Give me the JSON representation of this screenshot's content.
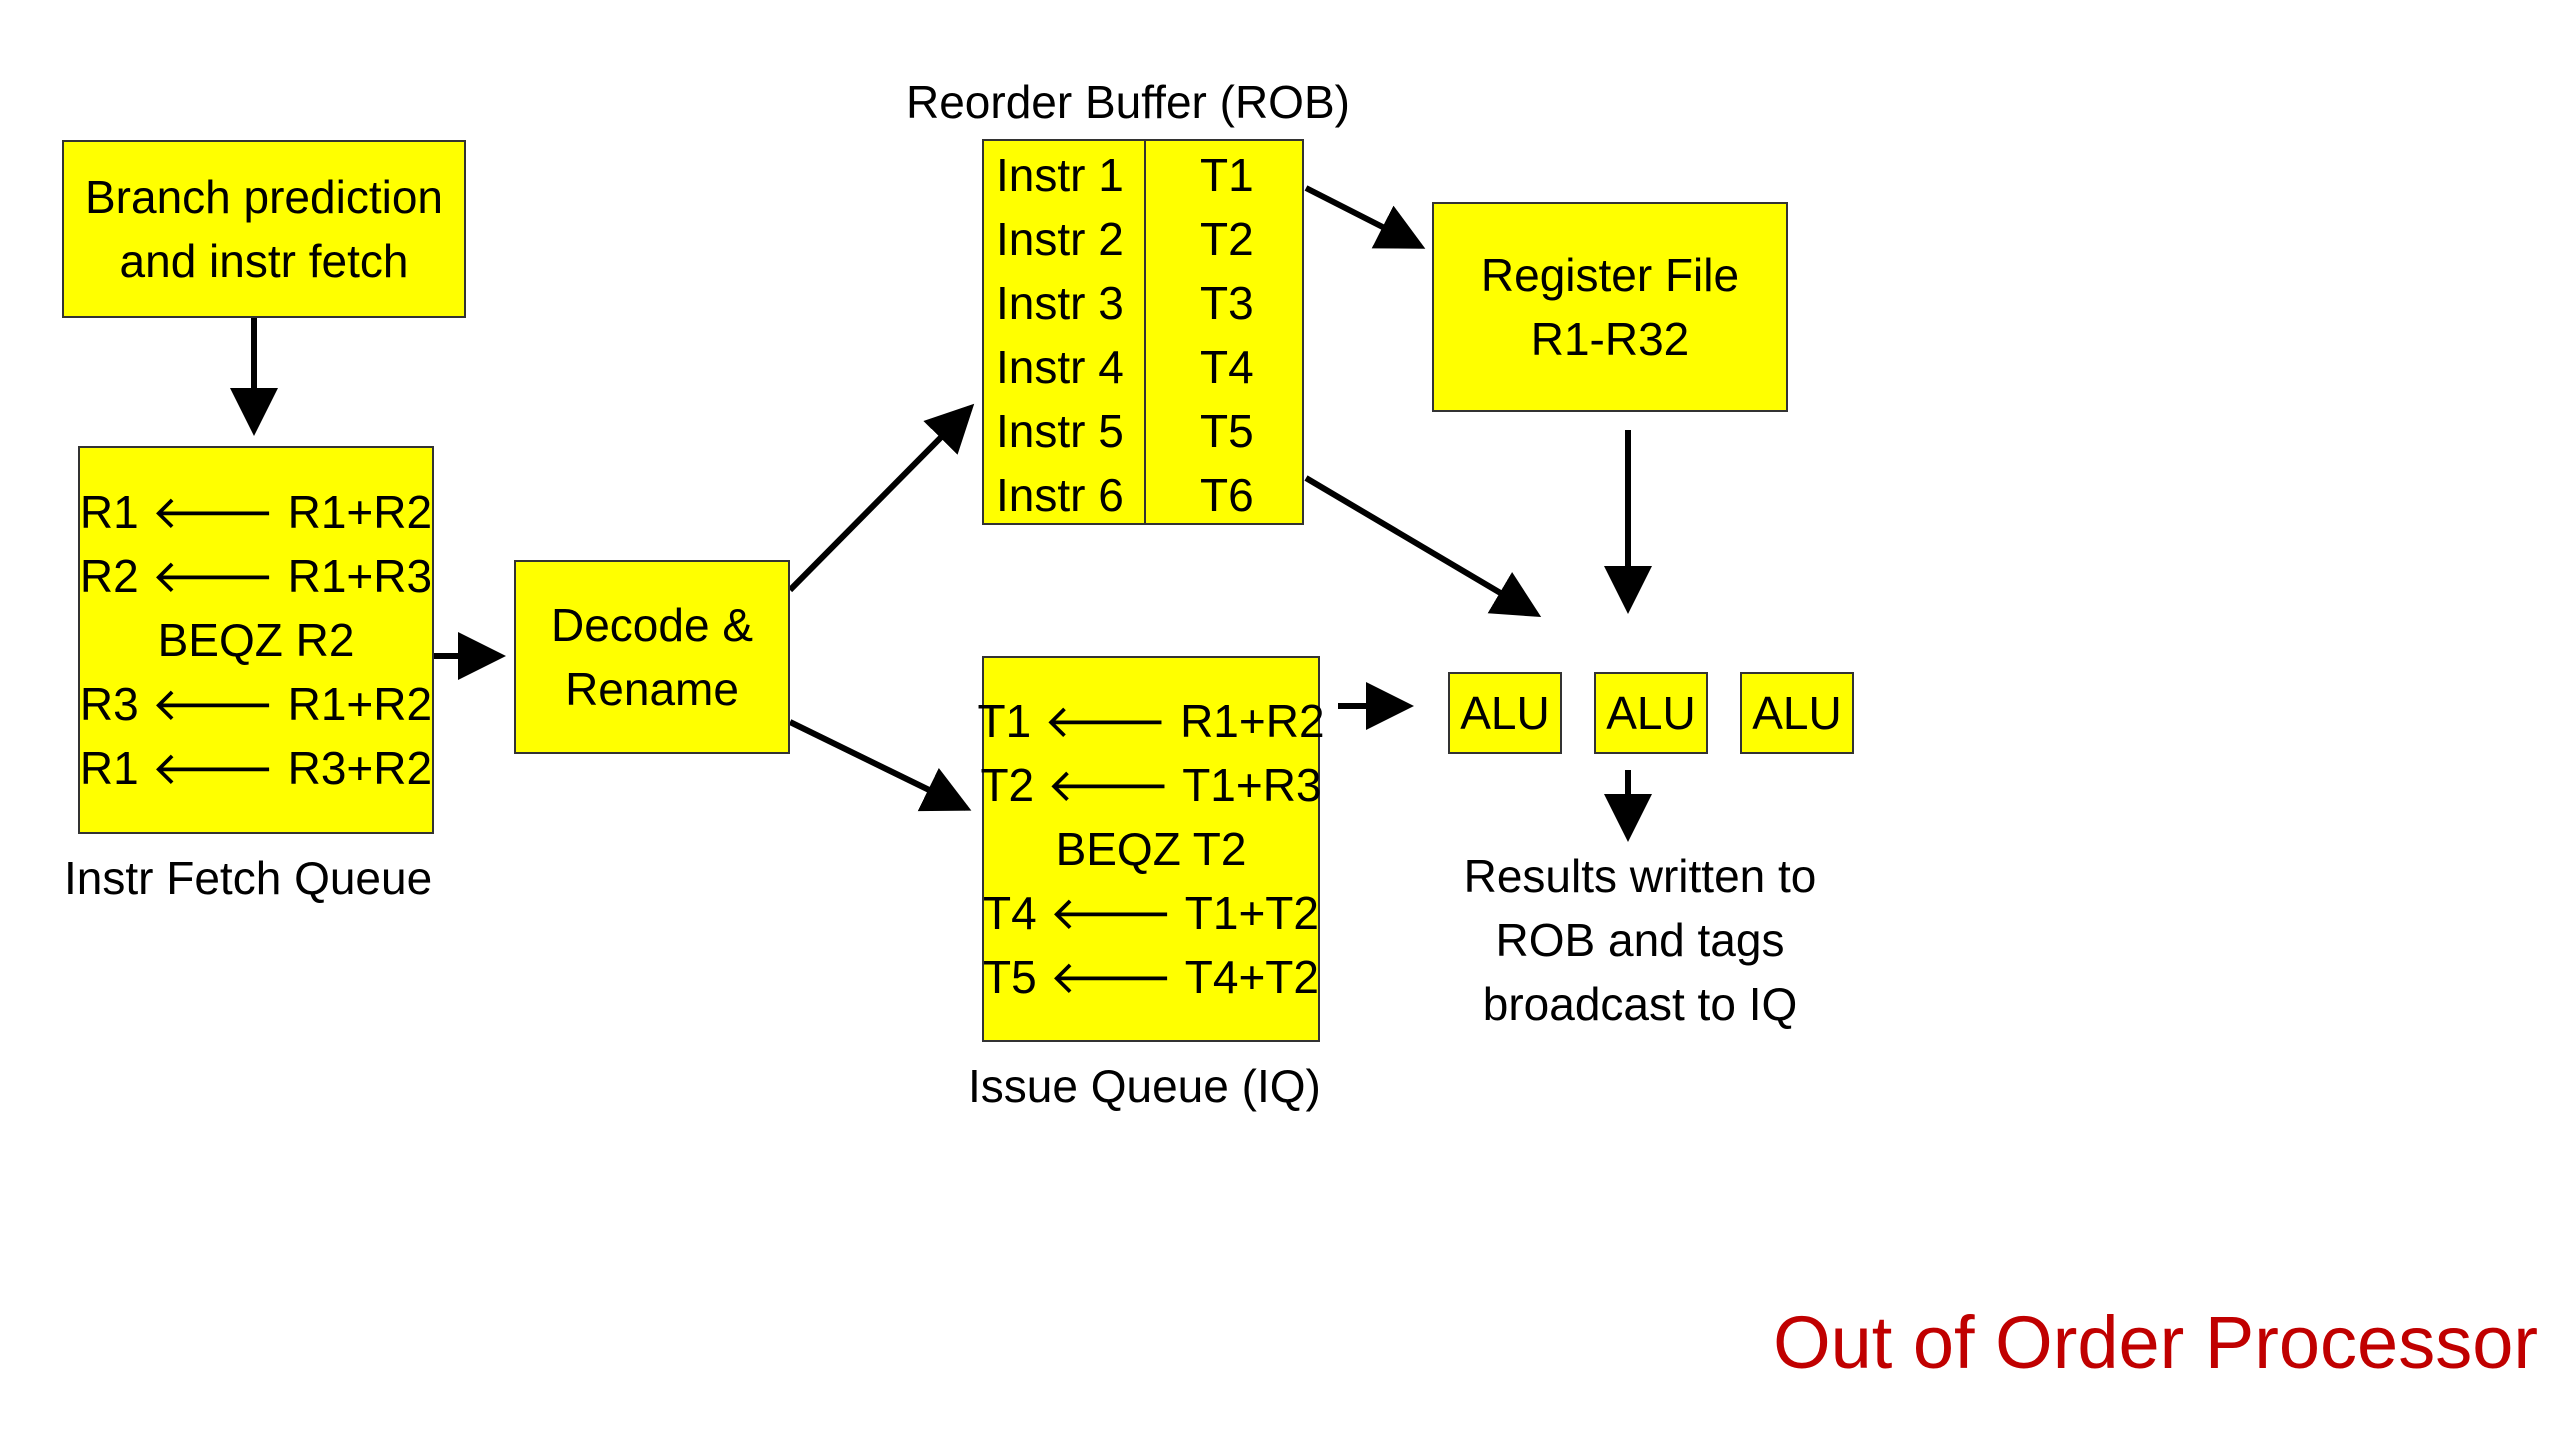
{
  "fetch": {
    "lines": [
      "Branch prediction",
      "and instr fetch"
    ]
  },
  "ifq": {
    "lines": [
      "R1 🡐 R1+R2",
      "R2 🡐 R1+R3",
      "BEQZ R2",
      "R3 🡐 R1+R2",
      "R1 🡐 R3+R2"
    ],
    "label": "Instr Fetch Queue"
  },
  "decode": {
    "lines": [
      "Decode &",
      "Rename"
    ]
  },
  "rob": {
    "label": "Reorder Buffer (ROB)",
    "rows": [
      {
        "instr": "Instr 1",
        "tag": "T1"
      },
      {
        "instr": "Instr 2",
        "tag": "T2"
      },
      {
        "instr": "Instr 3",
        "tag": "T3"
      },
      {
        "instr": "Instr 4",
        "tag": "T4"
      },
      {
        "instr": "Instr 5",
        "tag": "T5"
      },
      {
        "instr": "Instr 6",
        "tag": "T6"
      }
    ]
  },
  "regfile": {
    "lines": [
      "Register File",
      "R1-R32"
    ]
  },
  "iq": {
    "lines": [
      "T1 🡐 R1+R2",
      "T2 🡐 T1+R3",
      "BEQZ T2",
      "T4 🡐 T1+T2",
      "T5 🡐 T4+T2"
    ],
    "label": "Issue Queue (IQ)"
  },
  "alus": [
    "ALU",
    "ALU",
    "ALU"
  ],
  "results": {
    "lines": [
      "Results written to",
      "ROB and tags",
      "broadcast to IQ"
    ]
  },
  "title": "Out of Order Processor",
  "colors": {
    "box_fill": "#ffff00",
    "title": "#c00000"
  }
}
